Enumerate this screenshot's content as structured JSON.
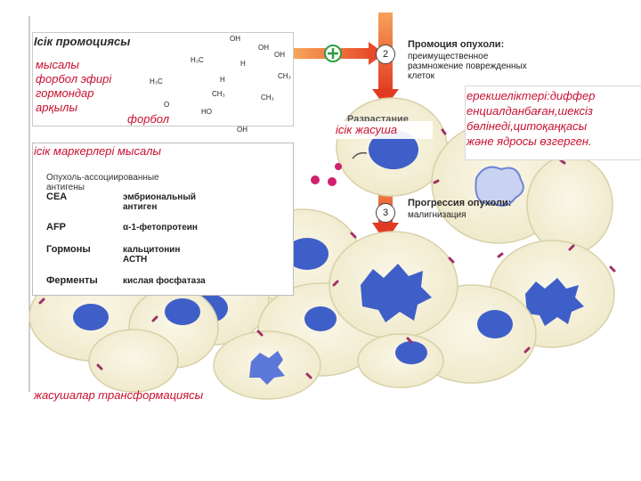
{
  "labels": {
    "promotion_title": "Ісік промоциясы",
    "example_lines": [
      "мысалы",
      "форбол эфирі",
      "гормондар",
      "арқылы"
    ],
    "phorbol": "форбол",
    "tumor_growth": "ісік жасуша",
    "features": [
      "ерекшеліктері:диффер",
      "енциалданбаған,шексіз",
      "бөлінеді,цитоқаңқасы",
      "және ядросы өзгерген."
    ],
    "markers_title": "ісік маркерлері мысалы",
    "transformation": "жасушалар трансформациясы"
  },
  "stages": {
    "promotion": {
      "num": "2",
      "title": "Промоция опухоли:",
      "lines": [
        "преимущественное",
        "размножение поврежденных",
        "клеток"
      ]
    },
    "progression": {
      "num": "3",
      "title": "Прогрессия опухоли:",
      "lines": [
        "малигнизация"
      ]
    },
    "overlap_label": "Разрастание"
  },
  "markers": {
    "header": [
      "Опухоль-ассоциированные",
      "антигены"
    ],
    "rows": [
      {
        "name": "CEA",
        "desc": [
          "эмбриональный",
          "антиген"
        ]
      },
      {
        "name": "AFP",
        "desc": [
          "α-1-фетопротеин"
        ]
      },
      {
        "name": "Гормоны",
        "desc": [
          "кальцитонин",
          "АСТН"
        ]
      },
      {
        "name": "Ферменты",
        "desc": [
          "кислая фосфатаза"
        ]
      }
    ]
  },
  "structure": {
    "labels": [
      "H₃C",
      "OH",
      "OH",
      "OH",
      "H",
      "CH₃",
      "H",
      "CH₃",
      "H₃C",
      "HO",
      "OH",
      "CH₃",
      "O"
    ]
  },
  "colors": {
    "annotation_red": "#c8102e",
    "arrow_red": "#e8442a",
    "plus_green": "#2f9e44",
    "nucleus_blue": "#3f5fc8",
    "cell_fill": "#f4efd6",
    "marker_dot": "#d0206e"
  }
}
